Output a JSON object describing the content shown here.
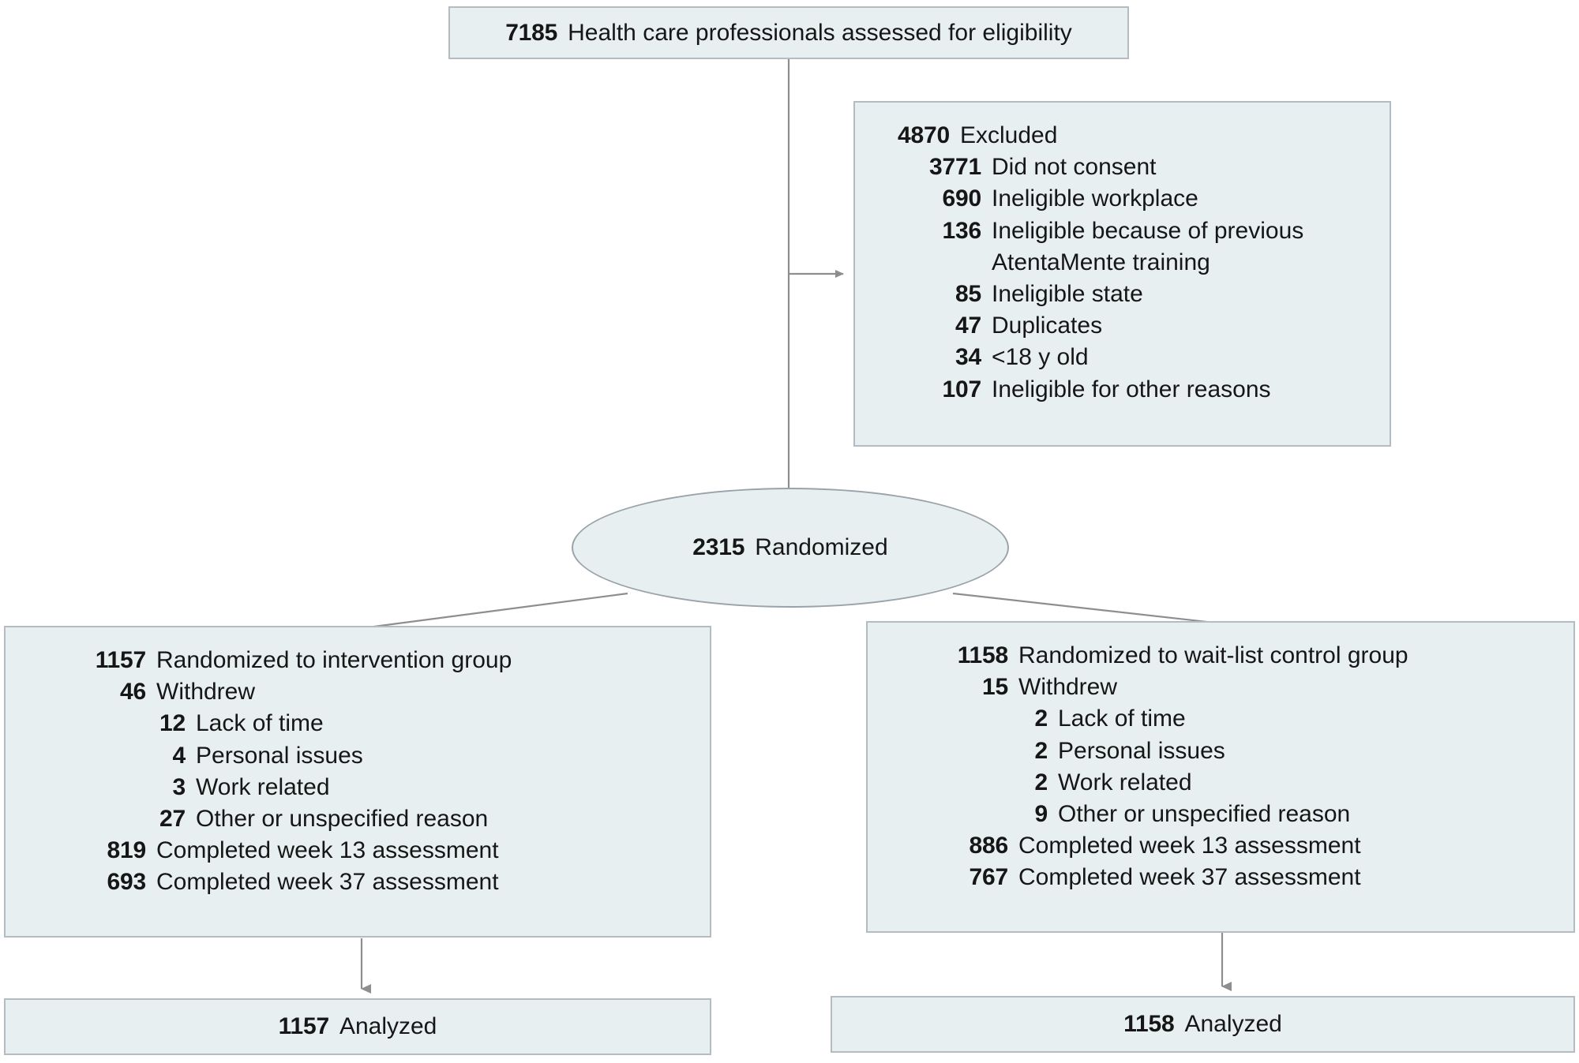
{
  "diagram": {
    "type": "consort-flow-diagram",
    "palette": {
      "box_fill": "#e8eff1",
      "box_border": "#b4bcc2",
      "connector": "#8e8e8e",
      "text": "#161616"
    },
    "nodes": {
      "assessed": {
        "count": "7185",
        "label": "Health care professionals assessed for eligibility"
      },
      "excluded": {
        "count": "4870",
        "label": "Excluded",
        "reasons": [
          {
            "count": "3771",
            "label": "Did not consent"
          },
          {
            "count": "690",
            "label": "Ineligible workplace"
          },
          {
            "count": "136",
            "label": "Ineligible because of previous AtentaMente training"
          },
          {
            "count": "85",
            "label": "Ineligible state"
          },
          {
            "count": "47",
            "label": "Duplicates"
          },
          {
            "count": "34",
            "label": "<18 y old"
          },
          {
            "count": "107",
            "label": "Ineligible for other reasons"
          }
        ]
      },
      "randomized": {
        "count": "2315",
        "label": "Randomized"
      },
      "intervention": {
        "count": "1157",
        "label": "Randomized to intervention group",
        "withdrew": {
          "count": "46",
          "label": "Withdrew"
        },
        "withdraw_reasons": [
          {
            "count": "12",
            "label": "Lack of time"
          },
          {
            "count": "4",
            "label": "Personal issues"
          },
          {
            "count": "3",
            "label": "Work related"
          },
          {
            "count": "27",
            "label": "Other or unspecified reason"
          }
        ],
        "completed": [
          {
            "count": "819",
            "label": "Completed week 13 assessment"
          },
          {
            "count": "693",
            "label": "Completed week 37 assessment"
          }
        ]
      },
      "control": {
        "count": "1158",
        "label": "Randomized to wait-list control group",
        "withdrew": {
          "count": "15",
          "label": "Withdrew"
        },
        "withdraw_reasons": [
          {
            "count": "2",
            "label": "Lack of time"
          },
          {
            "count": "2",
            "label": "Personal issues"
          },
          {
            "count": "2",
            "label": "Work related"
          },
          {
            "count": "9",
            "label": "Other or unspecified reason"
          }
        ],
        "completed": [
          {
            "count": "886",
            "label": "Completed week 13 assessment"
          },
          {
            "count": "767",
            "label": "Completed week 37 assessment"
          }
        ]
      },
      "analyzed_left": {
        "count": "1157",
        "label": "Analyzed"
      },
      "analyzed_right": {
        "count": "1158",
        "label": "Analyzed"
      }
    }
  }
}
